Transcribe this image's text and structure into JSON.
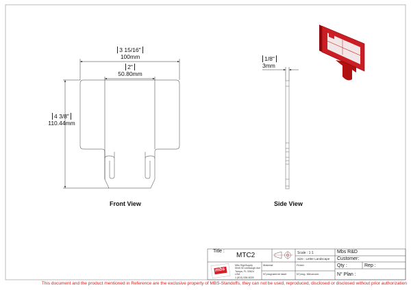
{
  "front_view": {
    "label": "Front View",
    "width_in": "3 15/16\"",
    "width_mm": "100mm",
    "tab_in": "2\"",
    "tab_mm": "50.80mm",
    "height_in": "4 3/8\"",
    "height_mm": "110.44mm"
  },
  "side_view": {
    "label": "Side View",
    "thickness_in": "1/8\"",
    "thickness_mm": "3mm"
  },
  "title_block": {
    "title_label": "Title :",
    "title_value": "MTC2",
    "scale": "Scale : 1:1",
    "size": "Size : Letter Landscape",
    "company": "Mbs R&D",
    "customer": "Customer:",
    "qty": "Qty :",
    "rep": "Rep :",
    "plan": "N° Plan :",
    "material": "Material:",
    "finish": "Finish",
    "prog_laser": "N°programme laser",
    "prog_mecanum": "N°prog. Mecanum.",
    "logo_text": "mbs",
    "address": [
      "Mbs SignSupply",
      "5040 W Linebaugh Ave",
      "Tampa, FL 33624",
      "USA",
      "1 (813) 938-6025"
    ]
  },
  "legal_notice": "This document and the product mentioned in Reference are the exclusive property of MBS-Standoffs, they can not be used, reproduced, disclosed or disclosed without prior authorization",
  "colors": {
    "accent": "#d0202a",
    "line": "#666666"
  }
}
